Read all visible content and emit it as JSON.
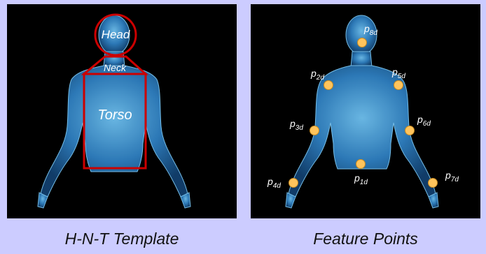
{
  "left_panel": {
    "caption": "H-N-T Template",
    "regions": {
      "head": "Head",
      "neck": "Neck",
      "torso": "Torso"
    },
    "outline_color": "#cc0000"
  },
  "right_panel": {
    "caption": "Feature Points",
    "point_color": "#ffc45c",
    "points": [
      {
        "base": "p",
        "sub": "1d"
      },
      {
        "base": "p",
        "sub": "2d"
      },
      {
        "base": "p",
        "sub": "3d"
      },
      {
        "base": "p",
        "sub": "4d"
      },
      {
        "base": "p",
        "sub": "5d"
      },
      {
        "base": "p",
        "sub": "6d"
      },
      {
        "base": "p",
        "sub": "7d"
      },
      {
        "base": "p",
        "sub": "8d"
      }
    ]
  },
  "colors": {
    "background": "#ccccff",
    "panel": "#000000",
    "body_glow": "#3a8fd0"
  }
}
